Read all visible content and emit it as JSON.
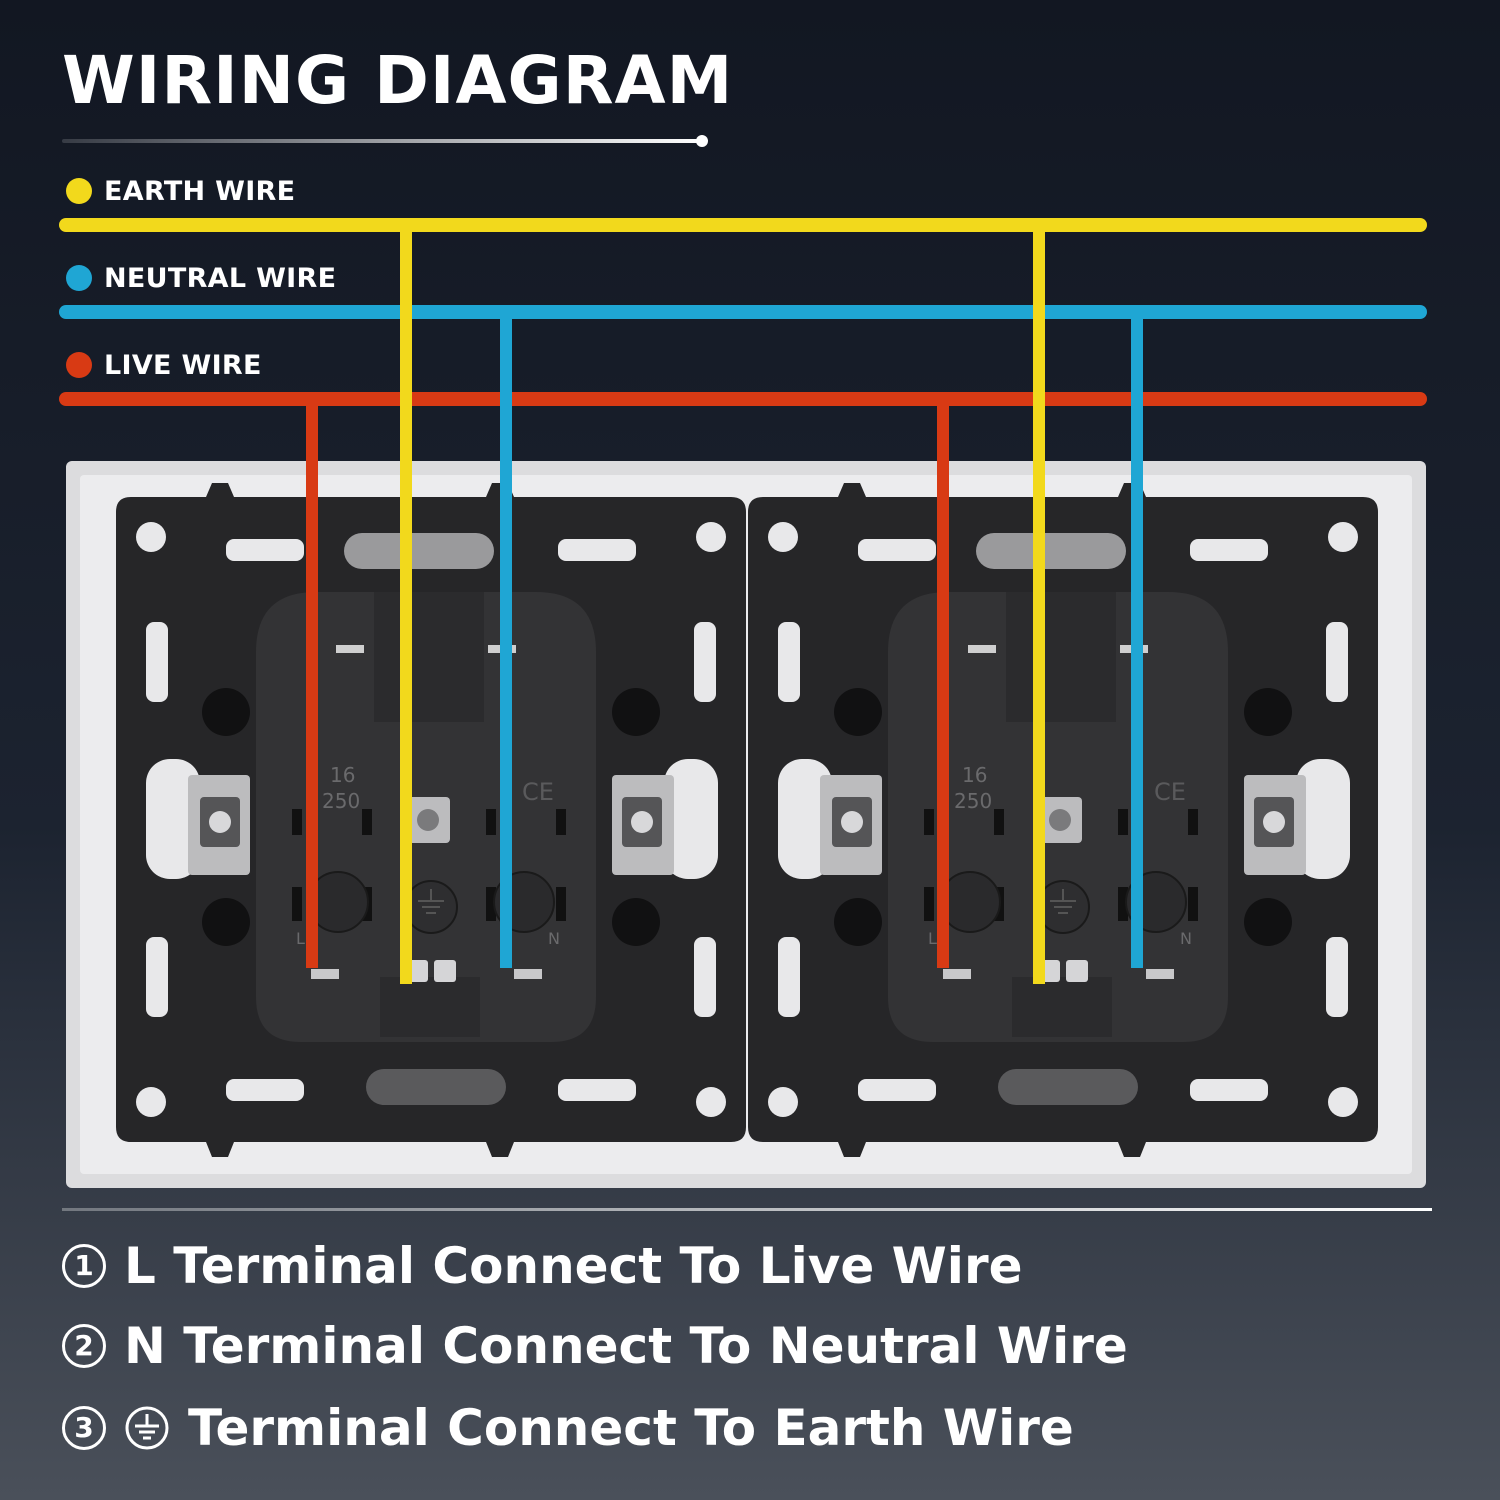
{
  "title": "WIRING DIAGRAM",
  "legend": [
    {
      "label": "EARTH WIRE",
      "color": "#f2d91c"
    },
    {
      "label": "NEUTRAL WIRE",
      "color": "#1fa6d4"
    },
    {
      "label": "LIVE WIRE",
      "color": "#d83a14"
    }
  ],
  "socket_markings": {
    "rating_amps": "16",
    "rating_volts": "250",
    "ce_mark": "CE",
    "left_terminal": "L",
    "right_terminal": "N"
  },
  "instructions": [
    {
      "number": "1",
      "text": "L Terminal Connect To Live Wire",
      "icon": "none"
    },
    {
      "number": "2",
      "text": "N Terminal Connect To Neutral Wire",
      "icon": "none"
    },
    {
      "number": "3",
      "text": "Terminal Connect To Earth Wire",
      "icon": "earth-ground-icon"
    }
  ]
}
